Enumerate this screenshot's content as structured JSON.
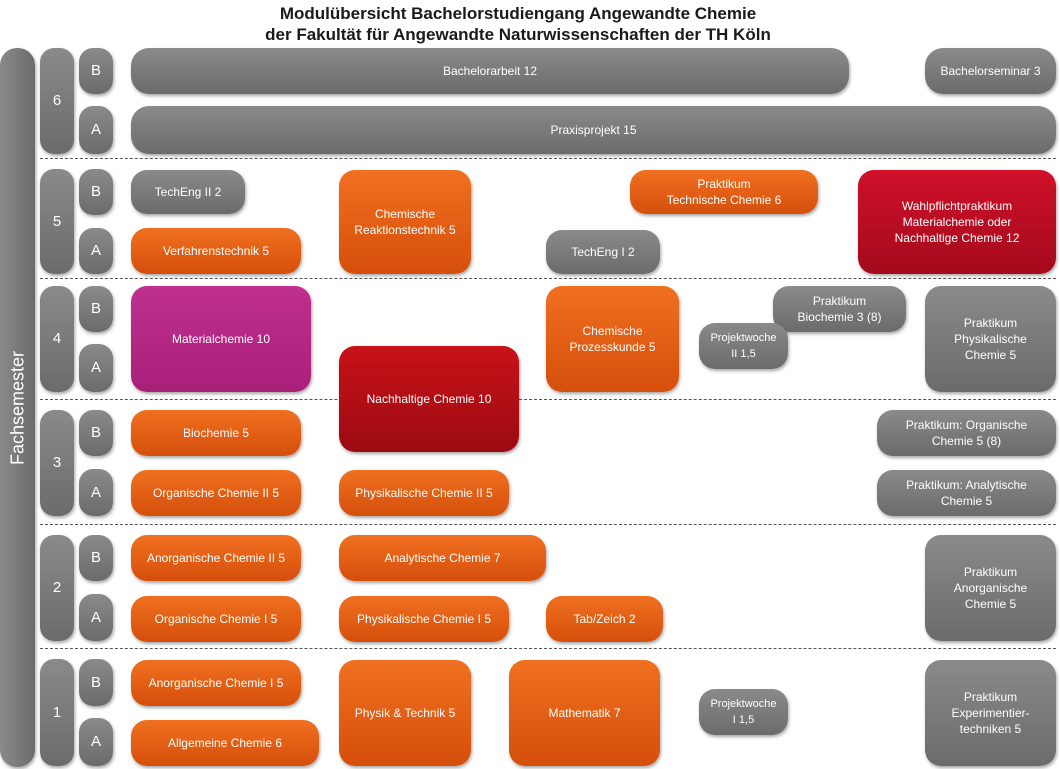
{
  "title": {
    "line1": "Modulübersicht Bachelorstudiengang Angewandte Chemie",
    "line2": "der Fakultät für Angewandte Naturwissenschaften der TH Köln"
  },
  "axis_label": "Fachsemester",
  "semesters": {
    "s6": "6",
    "s5": "5",
    "s4": "4",
    "s3": "3",
    "s2": "2",
    "s1": "1",
    "b": "B",
    "a": "A"
  },
  "modules": {
    "bachelorarbeit": "Bachelorarbeit   12",
    "bachelorseminar": "Bachelorseminar   3",
    "praxisprojekt": "Praxisprojekt    15",
    "techeng2": "TechEng II  2",
    "verfahrenstechnik": "Verfahrenstechnik    5",
    "chem_reaktionstechnik": "Chemische\nReaktionstechnik 5",
    "praktikum_techchem": "Praktikum\nTechnische Chemie    6",
    "techeng1": "TechEng I  2",
    "wahlpflicht": "Wahlpflichtpraktikum\nMaterialchemie oder\nNachhaltige Chemie    12",
    "materialchemie": "Materialchemie 10",
    "chem_prozesskunde": "Chemische\nProzesskunde 5",
    "praktikum_biochemie": "Praktikum\nBiochemie 3 (8)",
    "projektwoche2": "Projektwoche\nII  1,5",
    "praktikum_physchem": "Praktikum\nPhysikalische\nChemie 5",
    "nachhaltige_chemie": "Nachhaltige Chemie 10",
    "biochemie": "Biochemie 5",
    "praktikum_orgchem": "Praktikum: Organische\nChemie   5 (8)",
    "org_chemie2": "Organische Chemie II 5",
    "phys_chemie2": "Physikalische Chemie II 5",
    "praktikum_analytchem": "Praktikum: Analytische\nChemie 5",
    "anorg_chemie2": "Anorganische Chemie II 5",
    "analyt_chemie": "Analytische Chemie 7",
    "praktikum_anorgchem": "Praktikum\nAnorganische\nChemie 5",
    "org_chemie1": "Organische Chemie I 5",
    "phys_chemie1": "Physikalische Chemie I   5",
    "tabzeich": "Tab/Zeich 2",
    "anorg_chemie1": "Anorganische Chemie I   5",
    "physik_technik": "Physik & Technik 5",
    "mathematik": "Mathematik    7",
    "projektwoche1": "Projektwoche\nI  1,5",
    "praktikum_experimentier": "Praktikum\nExperimentier-\ntechniken 5",
    "allg_chemie": "Allgemeine Chemie    6"
  },
  "colors": {
    "gray": "#7a7a7a",
    "orange": "#e5600f",
    "magenta": "#b3287f",
    "crimson": "#c0102a",
    "red": "#b80e16"
  }
}
